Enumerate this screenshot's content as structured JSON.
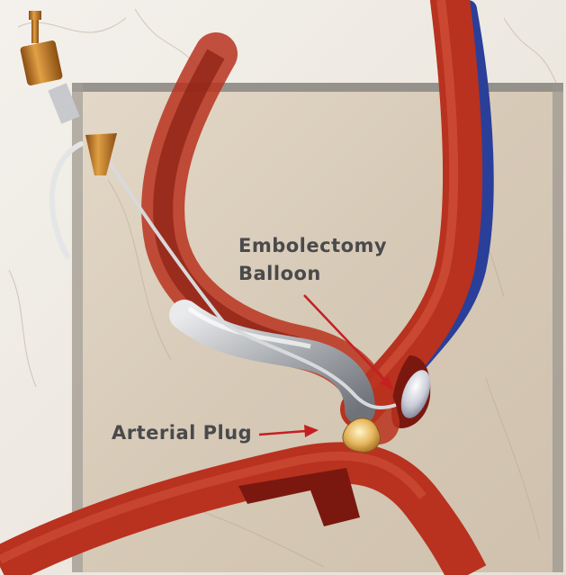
{
  "labels": {
    "balloon_line1": "Embolectomy",
    "balloon_line2": "Balloon",
    "plug": "Arterial Plug"
  },
  "colors": {
    "artery_red": "#b8321f",
    "artery_dark": "#7a1810",
    "vein_blue": "#2a3f9a",
    "catheter_gray": "#b9bcc0",
    "connector_orange": "#c9822a",
    "pointer_red": "#c42020",
    "label_gray": "#4a4a4c",
    "frame_gray": "#8a8783",
    "skin_beige": "#d9cdbd"
  },
  "icons": {
    "catheter_connector": "orange-luer-connector-icon",
    "balloon": "balloon-icon",
    "plug": "clot-icon"
  }
}
